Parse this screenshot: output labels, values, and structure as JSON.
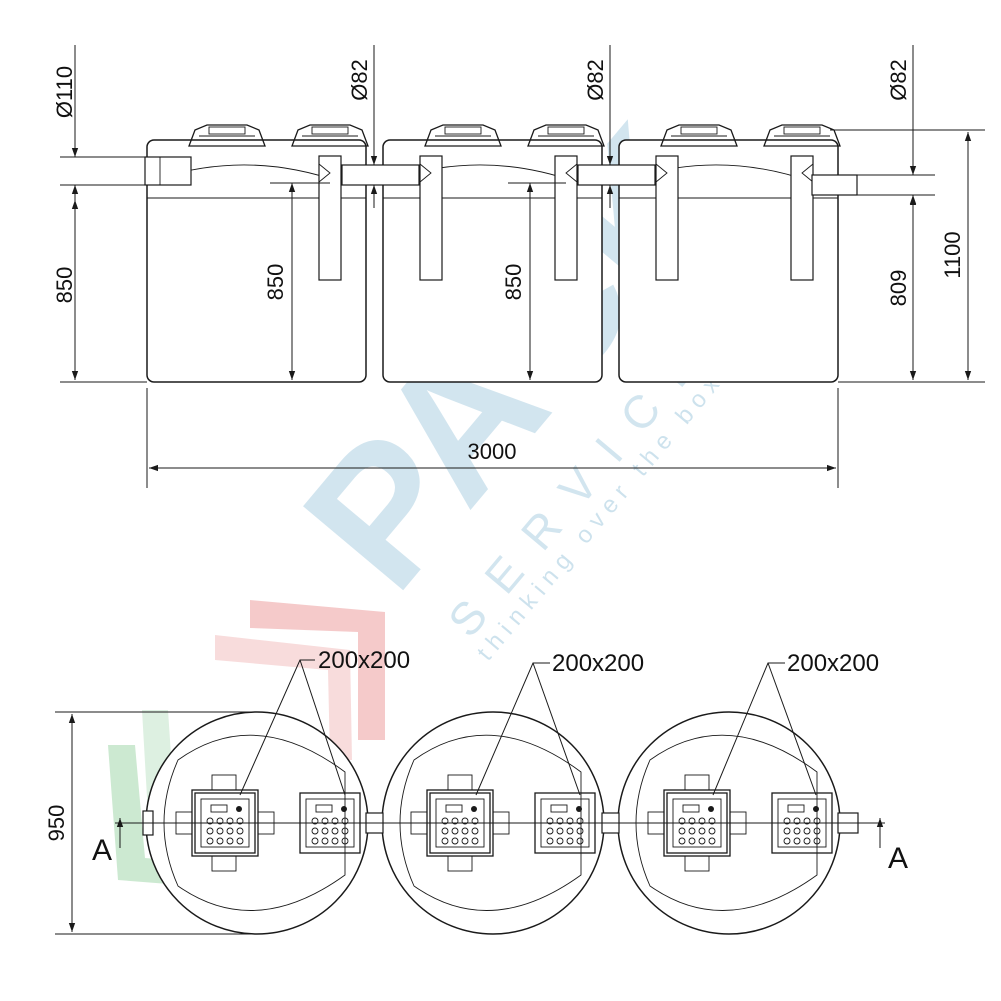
{
  "elevation": {
    "inlet_diameter": "Ø110",
    "connector_diameter_1": "Ø82",
    "connector_diameter_2": "Ø82",
    "outlet_diameter": "Ø82",
    "inlet_height": "850",
    "chamber1_level": "850",
    "chamber2_level": "850",
    "outlet_height": "809",
    "total_height": "1100",
    "total_length": "3000"
  },
  "plan": {
    "manhole_1": "200x200",
    "manhole_2": "200x200",
    "manhole_3": "200x200",
    "width": "950",
    "section_left": "A",
    "section_right": "A"
  },
  "watermark": {
    "brand": "PACK",
    "services": "SERVICES",
    "tagline": "thinking over the box",
    "colors": {
      "blue": "#9cc6dc",
      "red": "#e88a8a",
      "green": "#8fce9a"
    }
  }
}
